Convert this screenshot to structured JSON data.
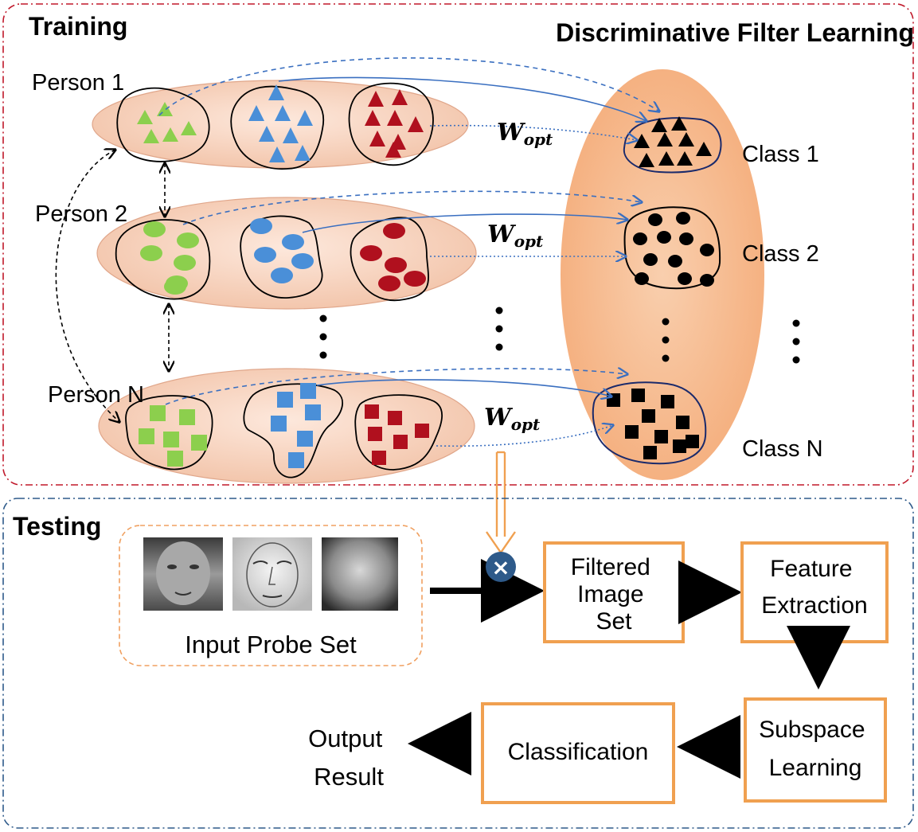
{
  "training": {
    "title": "Training",
    "subtitle": "Discriminative Filter Learning",
    "persons": [
      "Person 1",
      "Person 2",
      "Person N"
    ],
    "classes": [
      "Class 1",
      "Class 2",
      "Class N"
    ],
    "weight": {
      "main": "W",
      "sub": "opt"
    },
    "ellipsis": "⋮"
  },
  "testing": {
    "title": "Testing",
    "probe_label": "Input Probe Set",
    "combine_symbol": "×",
    "steps": {
      "filtered": [
        "Filtered",
        "Image",
        "Set"
      ],
      "feature": [
        "Feature",
        "Extraction"
      ],
      "subspace": [
        "Subspace",
        "Learning"
      ],
      "classification": [
        "Classification"
      ],
      "output": [
        "Output",
        "Result"
      ]
    }
  },
  "colors": {
    "training_border": "#c0182a",
    "testing_border": "#2e5a8a",
    "probe_border": "#f0a060",
    "step_border": "#f0a050",
    "person_fill": "#f9d9c6",
    "class_fill": "#f7b98a",
    "green": "#8ccf4d",
    "blue": "#4a8fd8",
    "red": "#b0101e",
    "arrow_blue": "#3a6fc0"
  }
}
